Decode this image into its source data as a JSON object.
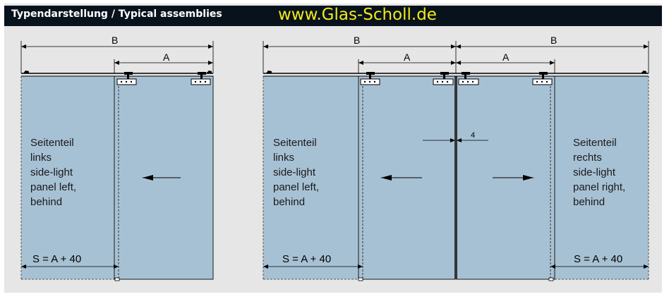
{
  "header": {
    "title": "Typendarstellung / Typical assemblies",
    "url": "www.Glas-Scholl.de"
  },
  "colors": {
    "header_bg": "#08121c",
    "url_text": "#f2ea1a",
    "glass": "#a7c1d4",
    "frame_bg": "#e6e6e6"
  },
  "diagram1": {
    "dim_b": "B",
    "dim_a": "A",
    "panel_lines": [
      "Seitenteil",
      "links",
      "side-light",
      "panel left,",
      "behind"
    ],
    "formula": "S = A + 40"
  },
  "diagram2": {
    "dim_b_left": "B",
    "dim_a_left": "A",
    "dim_a_right": "A",
    "dim_b_right": "B",
    "gap_label": "4",
    "left_panel_lines": [
      "Seitenteil",
      "links",
      "side-light",
      "panel left,",
      "behind"
    ],
    "right_panel_lines": [
      "Seitenteil",
      "rechts",
      "side-light",
      "panel right,",
      "behind"
    ],
    "formula_left": "S = A + 40",
    "formula_right": "S = A + 40"
  }
}
